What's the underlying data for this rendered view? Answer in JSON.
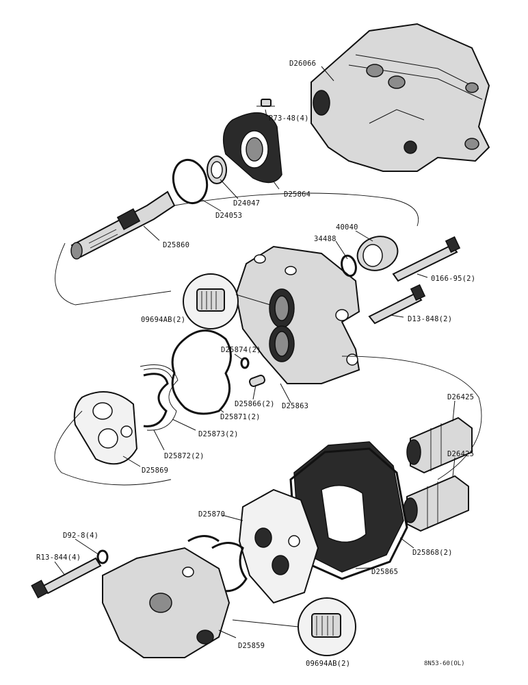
{
  "labels": {
    "d26066": "D26066",
    "r73_48": "R73-48(4)",
    "d24047": "D24047",
    "d25864": "D25864",
    "d24053": "D24053",
    "d25860": "D25860",
    "n40040": "40040",
    "n34488": "34488",
    "d0166": "0166-95(2)",
    "d09694_top": "09694AB(2)",
    "d013": "D13-848(2)",
    "d25874": "D25874(2)",
    "d25866": "D25866(2)",
    "d25863": "D25863",
    "d25871": "D25871(2)",
    "d25873": "D25873(2)",
    "d25872": "D25872(2)",
    "d25869": "D25869",
    "d26425_a": "D26425",
    "d26425_b": "D26425",
    "d25870": "D25870",
    "d092": "D92-8(4)",
    "r13": "R13-844(4)",
    "d25868": "D25868(2)",
    "d25865": "D25865",
    "d25859": "D25859",
    "d09694_bot": "09694AB(2)"
  },
  "figure_code": "8N53-60(OL)"
}
